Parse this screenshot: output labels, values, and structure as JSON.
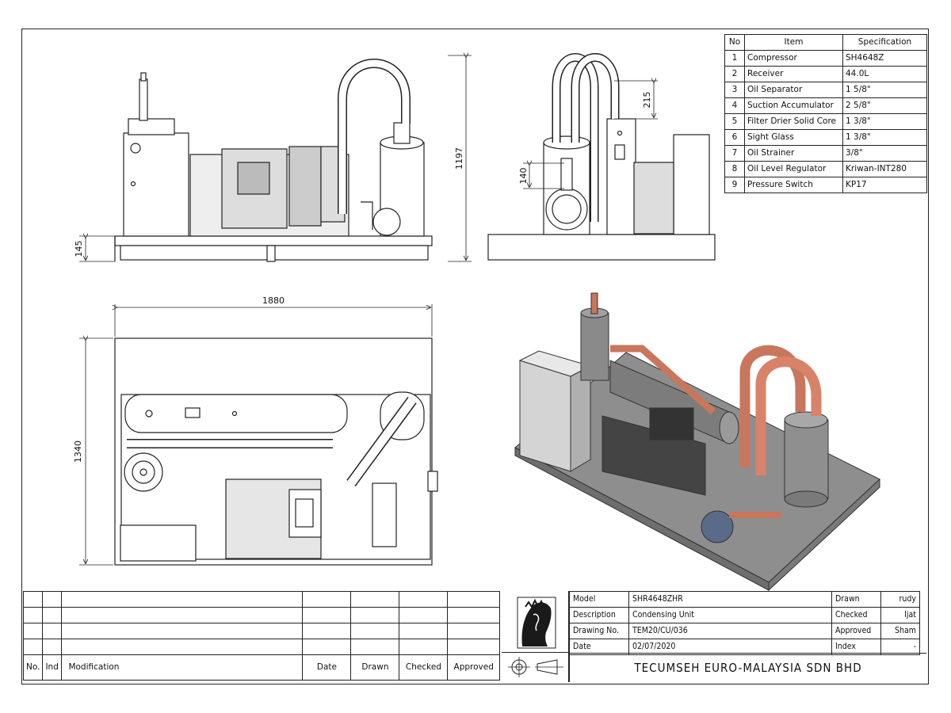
{
  "dimensions": {
    "side_height": "1197",
    "base_height": "145",
    "pipe_offset": "215",
    "receiver_height": "140",
    "overall_length": "1880",
    "overall_width": "1340"
  },
  "items_table": {
    "headers": [
      "No",
      "Item",
      "Specification"
    ],
    "rows": [
      [
        "1",
        "Compressor",
        "SH4648Z"
      ],
      [
        "2",
        "Receiver",
        "44.0L"
      ],
      [
        "3",
        "Oil Separator",
        "1 5/8\""
      ],
      [
        "4",
        "Suction Accumulator",
        "2 5/8\""
      ],
      [
        "5",
        "Filter Drier Solid Core",
        "1 3/8\""
      ],
      [
        "6",
        "Sight Glass",
        "1 3/8\""
      ],
      [
        "7",
        "Oil Strainer",
        "3/8\""
      ],
      [
        "8",
        "Oil Level Regulator",
        "Kriwan-INT280"
      ],
      [
        "9",
        "Pressure Switch",
        "KP17"
      ]
    ]
  },
  "revisions": {
    "headers": [
      "No.",
      "Ind",
      "Modification",
      "Date",
      "Drawn",
      "Checked",
      "Approved"
    ],
    "empty_rows": 4
  },
  "title_block": {
    "model_label": "Model",
    "model": "SHR4648ZHR",
    "description_label": "Description",
    "description": "Condensing Unit",
    "drawing_no_label": "Drawing No.",
    "drawing_no": "TEM20/CU/036",
    "date_label": "Date",
    "date": "02/07/2020",
    "drawn_label": "Drawn",
    "drawn": "rudy",
    "checked_label": "Checked",
    "checked": "Ijat",
    "approved_label": "Approved",
    "approved": "Sham",
    "index_label": "Index",
    "index": "-",
    "company": "TECUMSEH EURO-MALAYSIA SDN BHD"
  },
  "colors": {
    "copper": "#d9826a",
    "steel": "#9a9a9a",
    "line": "#222222"
  }
}
